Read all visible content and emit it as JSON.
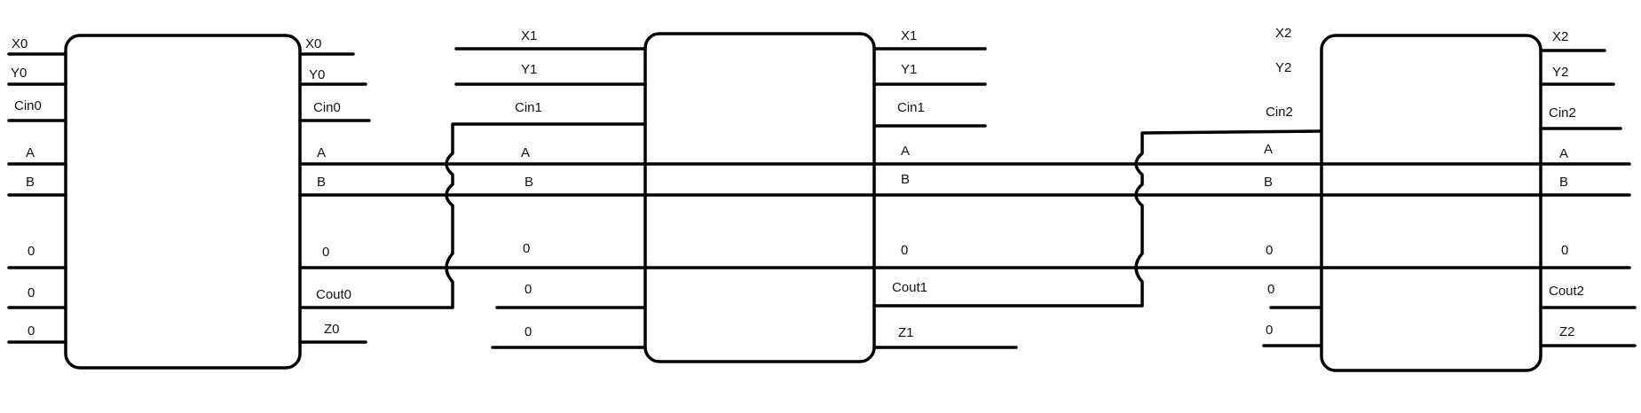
{
  "colors": {
    "stroke": "#000000",
    "text": "#111111",
    "background": "#ffffff"
  },
  "blocks": [
    {
      "left_labels": [
        "X0",
        "Y0",
        "Cin0",
        "A",
        "B",
        "0",
        "0",
        "0"
      ],
      "right_labels": [
        "X0",
        "Y0",
        "Cin0",
        "A",
        "B",
        "0",
        "Cout0",
        "Z0"
      ]
    },
    {
      "left_labels": [
        "X1",
        "Y1",
        "Cin1",
        "A",
        "B",
        "0",
        "0",
        "0"
      ],
      "right_labels": [
        "X1",
        "Y1",
        "Cin1",
        "A",
        "B",
        "0",
        "Cout1",
        "Z1"
      ]
    },
    {
      "left_labels": [
        "X2",
        "Y2",
        "Cin2",
        "A",
        "B",
        "0",
        "0",
        "0"
      ],
      "right_labels": [
        "X2",
        "Y2",
        "Cin2",
        "A",
        "B",
        "0",
        "Cout2",
        "Z2"
      ]
    }
  ]
}
